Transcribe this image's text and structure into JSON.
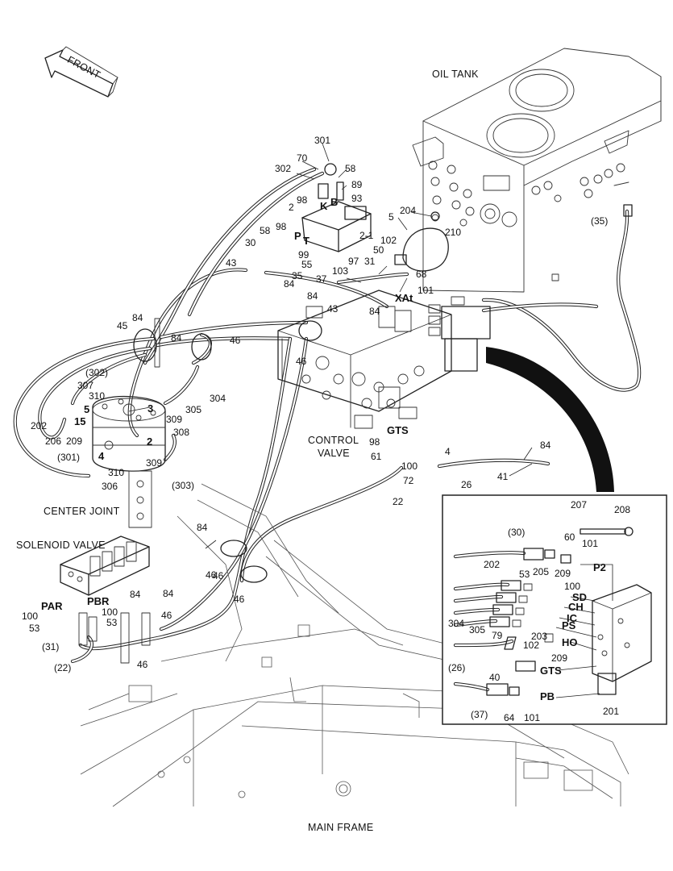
{
  "captions": {
    "front": "FRONT",
    "oil_tank": "OIL TANK",
    "control_valve_line1": "CONTROL",
    "control_valve_line2": "VALVE",
    "center_joint": "CENTER JOINT",
    "solenoid_valve": "SOLENOID VALVE",
    "main_frame": "MAIN FRAME"
  },
  "part_numbers": [
    "301",
    "70",
    "302",
    "58",
    "89",
    "98",
    "93",
    "2",
    "K",
    "B",
    "5",
    "204",
    "210",
    "(35)",
    "2-1",
    "98",
    "P",
    "T",
    "58",
    "30",
    "102",
    "50",
    "99",
    "43",
    "55",
    "97",
    "31",
    "68",
    "35",
    "84",
    "103",
    "37",
    "101",
    "XAt",
    "84",
    "43",
    "84",
    "84",
    "45",
    "84",
    "46",
    "46",
    "(302)",
    "307",
    "310",
    "304",
    "305",
    "202",
    "5",
    "15",
    "3",
    "309",
    "206",
    "209",
    "308",
    "2",
    "4",
    "309",
    "(301)",
    "310",
    "306",
    "(303)",
    "GTS",
    "98",
    "61",
    "100",
    "72",
    "4",
    "26",
    "84",
    "41",
    "22",
    "84",
    "PAR",
    "PBR",
    "100",
    "84",
    "84",
    "100",
    "53",
    "53",
    "46",
    "46",
    "(31)",
    "46",
    "(22)",
    "46",
    "46"
  ],
  "inset": {
    "labels": [
      "207",
      "208",
      "(30)",
      "60",
      "101",
      "P2",
      "202",
      "53",
      "205",
      "209",
      "100",
      "SD",
      "CH",
      "IC",
      "PS",
      "304",
      "305",
      "79",
      "203",
      "102",
      "HO",
      "209",
      "(26)",
      "40",
      "GTS",
      "(37)",
      "64",
      "101",
      "PB",
      "201"
    ]
  },
  "icons": {
    "front_arrow": "front-arrow-icon"
  }
}
